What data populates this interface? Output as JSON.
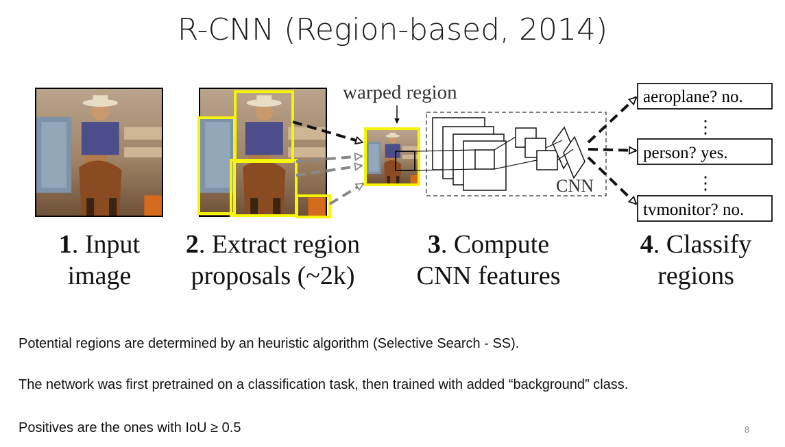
{
  "title": "R-CNN (Region-based, 2014)",
  "diagram": {
    "warped_label": "warped region",
    "cnn_label": "CNN",
    "outputs": [
      "aeroplane? no.",
      "person? yes.",
      "tvmonitor? no."
    ],
    "ellipsis": "⋮",
    "steps": [
      {
        "num": "1",
        "line1": ". Input",
        "line2": "image"
      },
      {
        "num": "2",
        "line1": ". Extract region",
        "line2": "proposals (~2k)"
      },
      {
        "num": "3",
        "line1": ". Compute",
        "line2": "CNN features"
      },
      {
        "num": "4",
        "line1": ". Classify",
        "line2": "regions"
      }
    ],
    "colors": {
      "proposal_box": "#f5f50a",
      "arrow": "#111111",
      "gray_arrow": "#888888"
    }
  },
  "notes": [
    "Potential regions are determined by an heuristic algorithm (Selective Search - SS).",
    "The network was first pretrained on a classification task, then trained with added “background” class.",
    "Positives are the ones with IoU ≥ 0.5"
  ],
  "page_number": "8"
}
